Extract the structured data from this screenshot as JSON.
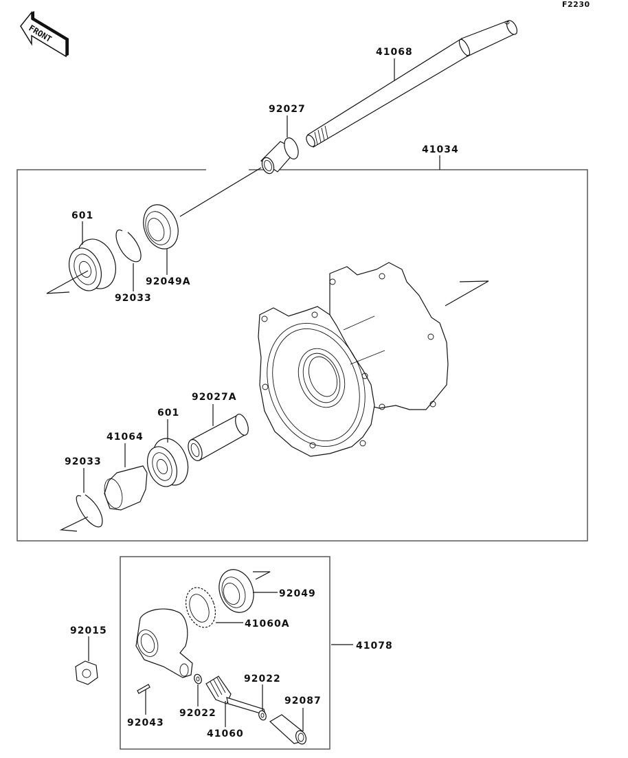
{
  "diagram": {
    "code": "F2230",
    "front_label": "FRONT",
    "colors": {
      "line": "#111111",
      "box": "#555555",
      "background": "#ffffff"
    },
    "groups": {
      "hub_assembly": {
        "part_number": "41034"
      },
      "speedometer_gear_assembly": {
        "part_number": "41078"
      }
    },
    "parts": {
      "axle": "41068",
      "collar_top": "92027",
      "bearing_top": "601",
      "circlip_top": "92033",
      "oil_seal_top": "92049A",
      "hub": "41034",
      "collar_inner": "92027A",
      "bearing_bottom": "601",
      "retainer": "41064",
      "circlip_bottom": "92033",
      "oil_seal_gear": "92049",
      "drive_gear": "41060A",
      "gear_assembly": "41078",
      "axle_nut": "92015",
      "pin": "92043",
      "washer_left": "92022",
      "pinion_gear": "41060",
      "washer_right": "92022",
      "bushing": "92087"
    }
  }
}
